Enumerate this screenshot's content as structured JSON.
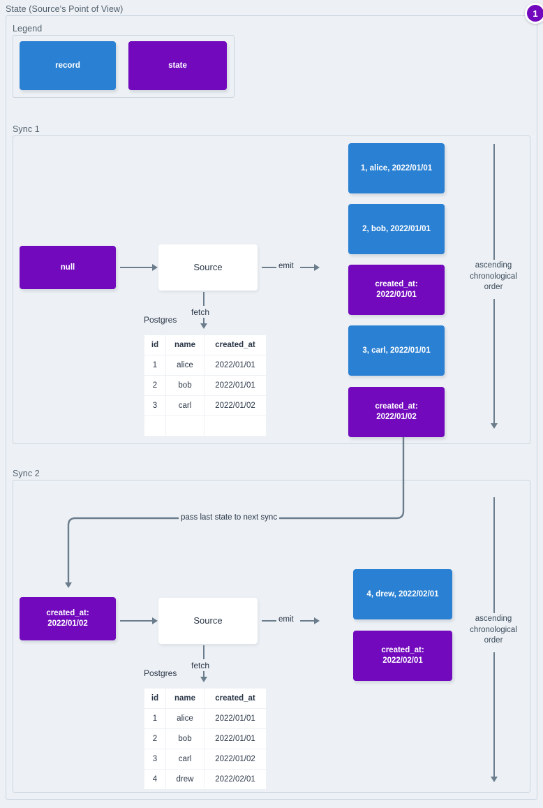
{
  "page": {
    "title": "State (Source's Point of View)",
    "badge": "1",
    "colors": {
      "background": "#edf1f5",
      "record": "#2a80d2",
      "state": "#7209bd",
      "connector": "#6b7d8c",
      "border": "#c8d3de",
      "text": "#2a3647"
    }
  },
  "legend": {
    "title": "Legend",
    "items": [
      {
        "label": "record",
        "kind": "record"
      },
      {
        "label": "state",
        "kind": "state"
      }
    ]
  },
  "sync1": {
    "title": "Sync 1",
    "input_state": "null",
    "source_label": "Source",
    "db_label": "Postgres",
    "fetch_label": "fetch",
    "emit_label": "emit",
    "order_label": "ascending\nchronological\norder",
    "order_lines": [
      "ascending",
      "chronological",
      "order"
    ],
    "table": {
      "columns": [
        "id",
        "name",
        "created_at"
      ],
      "rows": [
        [
          "1",
          "alice",
          "2022/01/01"
        ],
        [
          "2",
          "bob",
          "2022/01/01"
        ],
        [
          "3",
          "carl",
          "2022/01/02"
        ],
        [
          "",
          "",
          ""
        ]
      ]
    },
    "emitted": [
      {
        "kind": "record",
        "lines": [
          "1, alice, 2022/01/01"
        ]
      },
      {
        "kind": "record",
        "lines": [
          "2, bob, 2022/01/01"
        ]
      },
      {
        "kind": "state",
        "lines": [
          "created_at:",
          "2022/01/01"
        ]
      },
      {
        "kind": "record",
        "lines": [
          "3, carl, 2022/01/01"
        ]
      },
      {
        "kind": "state",
        "lines": [
          "created_at:",
          "2022/01/02"
        ]
      }
    ]
  },
  "sync2": {
    "title": "Sync 2",
    "input_state_lines": [
      "created_at:",
      "2022/01/02"
    ],
    "source_label": "Source",
    "db_label": "Postgres",
    "fetch_label": "fetch",
    "emit_label": "emit",
    "pass_label": "pass last state to next sync",
    "order_lines": [
      "ascending",
      "chronological",
      "order"
    ],
    "table": {
      "columns": [
        "id",
        "name",
        "created_at"
      ],
      "rows": [
        [
          "1",
          "alice",
          "2022/01/01"
        ],
        [
          "2",
          "bob",
          "2022/01/01"
        ],
        [
          "3",
          "carl",
          "2022/01/02"
        ],
        [
          "4",
          "drew",
          "2022/02/01"
        ]
      ]
    },
    "emitted": [
      {
        "kind": "record",
        "lines": [
          "4, drew, 2022/02/01"
        ]
      },
      {
        "kind": "state",
        "lines": [
          "created_at:",
          "2022/02/01"
        ]
      }
    ]
  }
}
